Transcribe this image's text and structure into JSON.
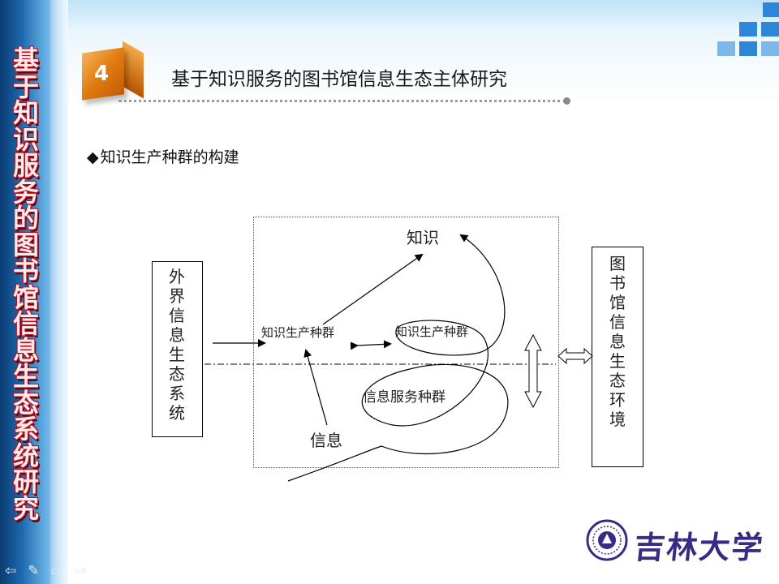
{
  "sidebar": {
    "title": "基于知识服务的图书馆信息生态系统研究"
  },
  "header": {
    "number": "4",
    "title": "基于知识服务的图书馆信息生态主体研究"
  },
  "bullet": {
    "icon": "diamond-bullet-icon",
    "glyph": "◆",
    "text": "知识生产种群的构建"
  },
  "diagram": {
    "left_box_text": "外界信息生态系统",
    "right_box_text": "图书馆信息生态环境",
    "label_knowledge": "知识",
    "label_info": "信息",
    "label_kp1": "知识生产种群",
    "label_kp2": "知识生产种群",
    "label_isp": "信息服务种群"
  },
  "logo": {
    "text": "吉林大学",
    "icon": "university-seal-icon"
  },
  "nav": {
    "prev": "⇦",
    "edit": "✎",
    "menu": "▭",
    "next": "⇨"
  },
  "colors": {
    "sidebar_dark": "#0b3c72",
    "accent_orange": "#e07b12",
    "title_red": "#b0101c"
  }
}
